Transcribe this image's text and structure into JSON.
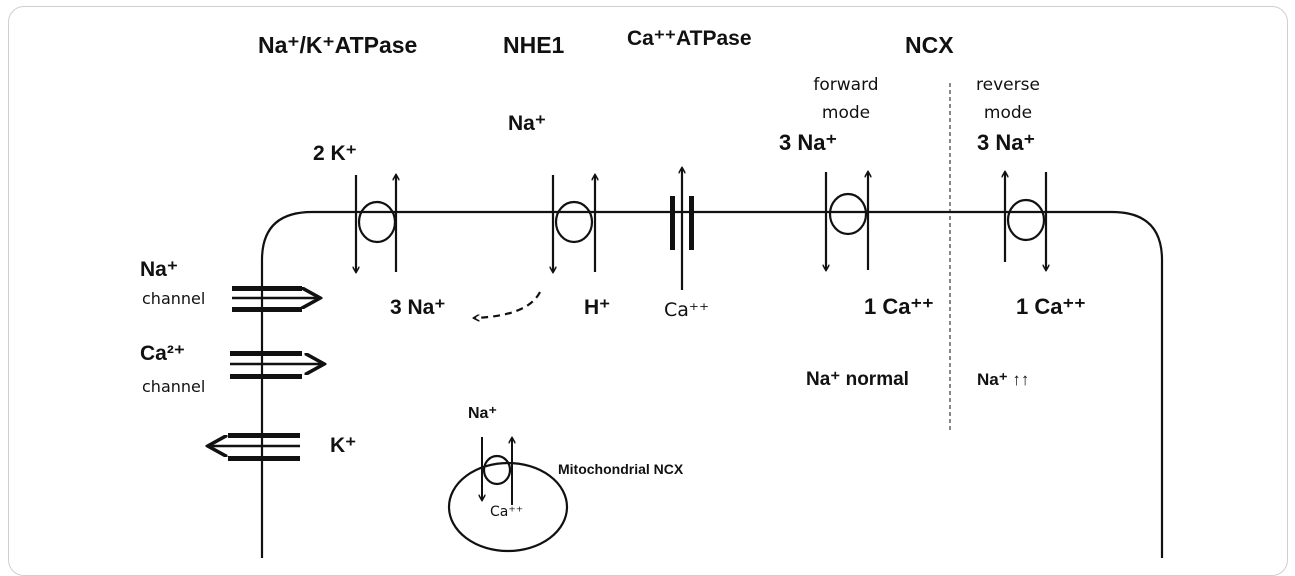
{
  "labels": {
    "nak_title": "Na⁺/K⁺ATPase",
    "nhe1_title": "NHE1",
    "caatpase_title": "Ca⁺⁺ATPase",
    "ncx_title": "NCX",
    "forward_mode_1": "forward",
    "forward_mode_2": "mode",
    "reverse_mode_1": "reverse",
    "reverse_mode_2": "mode",
    "nak_top": "2 K⁺",
    "nak_bottom": "3 Na⁺",
    "nhe1_top": "Na⁺",
    "nhe1_bottom": "H⁺",
    "caatpase_bottom": "Ca⁺⁺",
    "ncx_fwd_top": "3 Na⁺",
    "ncx_fwd_bottom": "1 Ca⁺⁺",
    "ncx_rev_top": "3 Na⁺",
    "ncx_rev_bottom": "1 Ca⁺⁺",
    "na_normal": "Na⁺ normal",
    "na_high": "Na⁺ ↑↑",
    "na_channel_1": "Na⁺",
    "na_channel_2": "channel",
    "ca_channel_1": "Ca²⁺",
    "ca_channel_2": "channel",
    "k_channel": "K⁺",
    "mito_na": "Na⁺",
    "mito_ca": "Ca⁺⁺",
    "mito_label": "Mitochondrial NCX"
  }
}
